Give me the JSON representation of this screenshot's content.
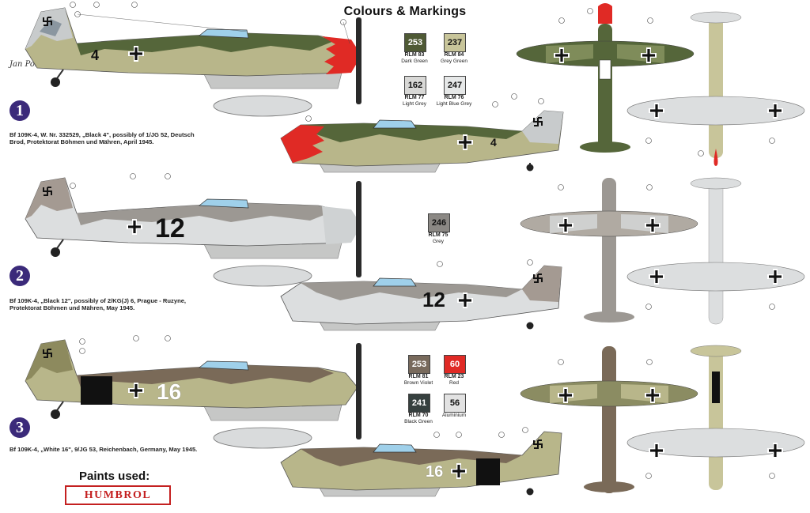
{
  "title": "Colours & Markings",
  "signature": "Jan Polc",
  "schemes": [
    {
      "num": "1",
      "caption": "Bf 109K-4, W. Nr. 332529, „Black 4\", possibly of 1/JG 52, Deutsch Brod, Protektorat Böhmen und Mähren, April 1945.",
      "side_number": "4"
    },
    {
      "num": "2",
      "caption": "Bf 109K-4, „Black 12\", possibly of 2/KG(J) 6, Prague - Ruzyne, Protektorat Böhmen und Mähren, May 1945.",
      "side_number": "12"
    },
    {
      "num": "3",
      "caption": "Bf 109K-4, „White 16\", 9/JG 53, Reichenbach, Germany, May 1945.",
      "side_number": "16"
    }
  ],
  "swatches_1": [
    {
      "code": "253",
      "name": "RLM 83",
      "desc": "Dark Green",
      "color": "#4f5a35",
      "text": "#ffffff"
    },
    {
      "code": "237",
      "name": "RLM 84",
      "desc": "Grey Green",
      "color": "#c8c59a",
      "text": "#222222"
    },
    {
      "code": "162",
      "name": "RLM 77",
      "desc": "Light Grey",
      "color": "#d8d8d6",
      "text": "#222222"
    },
    {
      "code": "247",
      "name": "RLM 76",
      "desc": "Light Blue Grey",
      "color": "#e6e8e8",
      "text": "#222222"
    }
  ],
  "swatches_2": [
    {
      "code": "246",
      "name": "RLM 75",
      "desc": "Grey",
      "color": "#8b8884",
      "text": "#222222"
    }
  ],
  "swatches_3": [
    {
      "code": "253",
      "name": "RLM 81",
      "desc": "Brown Violet",
      "color": "#786a5c",
      "text": "#ffffff"
    },
    {
      "code": "60",
      "name": "RLM 23",
      "desc": "Red",
      "color": "#e02a25",
      "text": "#ffffff"
    },
    {
      "code": "241",
      "name": "RLM 70",
      "desc": "Black Green",
      "color": "#36403f",
      "text": "#ffffff"
    },
    {
      "code": "56",
      "name": "",
      "desc": "Aluminium",
      "color": "#e2e2e2",
      "text": "#222222"
    }
  ],
  "paints_label": "Paints used:",
  "brand": "HUMBROL",
  "colors": {
    "dark_green": "#55663a",
    "grey_green": "#b9b78c",
    "light_blue_grey": "#dcdedf",
    "grey": "#9c9893",
    "brown_violet": "#7a6a58",
    "red": "#e02a25",
    "canopy": "#9fd0ea",
    "purple_badge": "#3b2a7a"
  }
}
